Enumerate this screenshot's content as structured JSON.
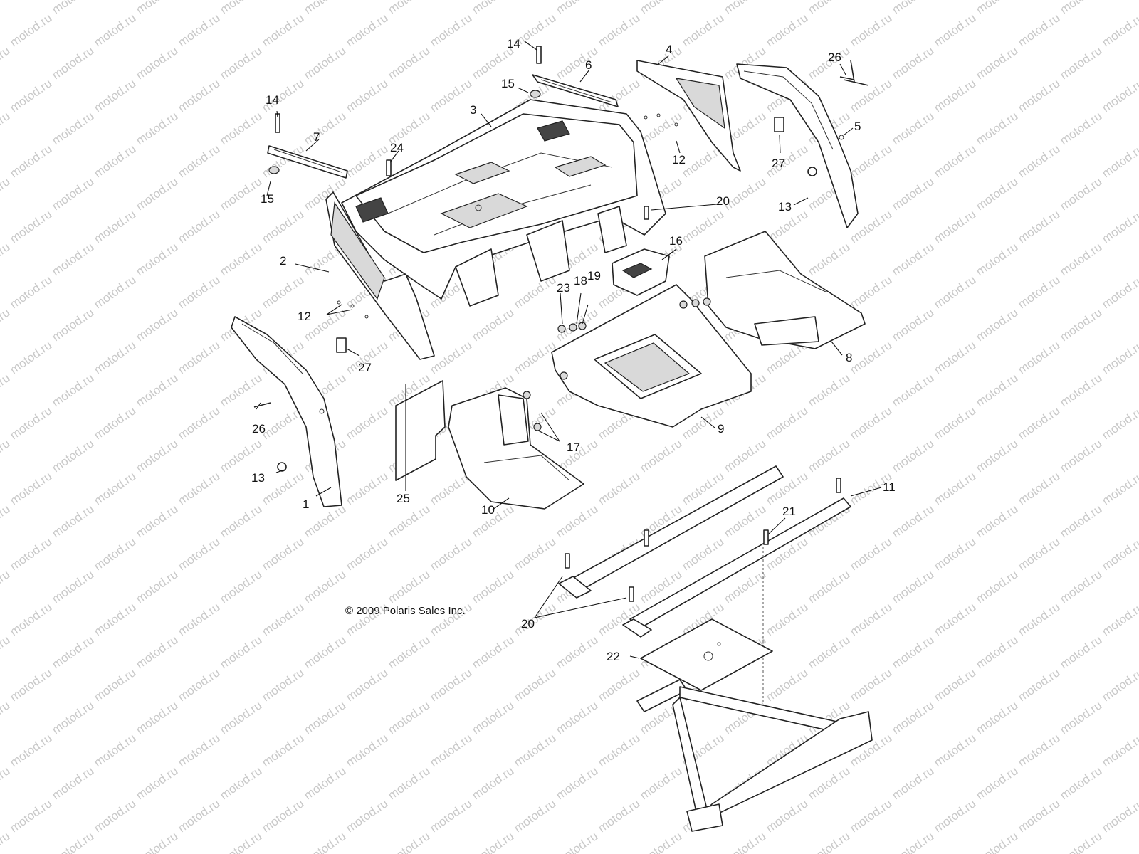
{
  "watermark": "motod.ru",
  "copyright": "© 2009 Polaris Sales Inc.",
  "callouts": {
    "c1": "1",
    "c2": "2",
    "c3": "3",
    "c4": "4",
    "c5": "5",
    "c6": "6",
    "c7": "7",
    "c8": "8",
    "c9": "9",
    "c10": "10",
    "c11": "11",
    "c12a": "12",
    "c12b": "12",
    "c13a": "13",
    "c13b": "13",
    "c14a": "14",
    "c14b": "14",
    "c15a": "15",
    "c15b": "15",
    "c16": "16",
    "c17": "17",
    "c18": "18",
    "c19": "19",
    "c20a": "20",
    "c20b": "20",
    "c21": "21",
    "c22": "22",
    "c23": "23",
    "c24": "24",
    "c25": "25",
    "c26a": "26",
    "c26b": "26",
    "c27a": "27",
    "c27b": "27"
  }
}
